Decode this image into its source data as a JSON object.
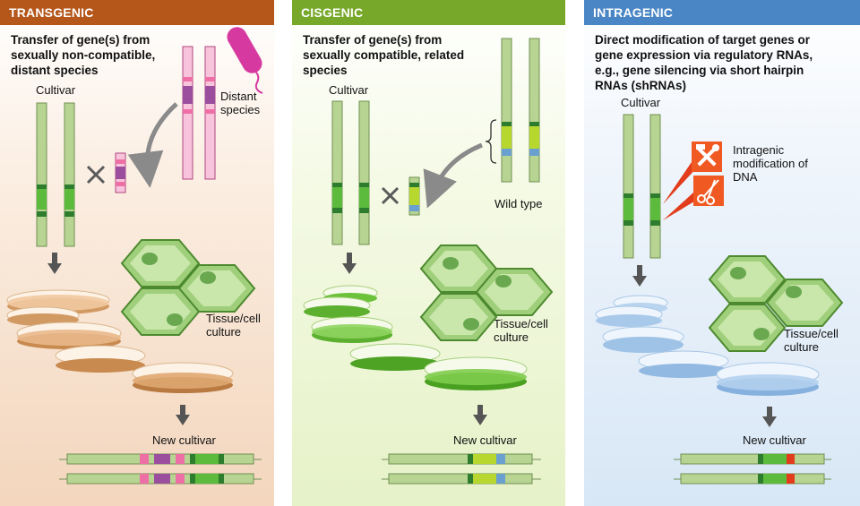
{
  "panels": {
    "transgenic": {
      "title": "TRANSGENIC",
      "description": "Transfer of gene(s) from sexually non-compatible, distant species",
      "cultivar_label": "Cultivar",
      "donor_label": "Distant species",
      "culture_label": "Tissue/cell culture",
      "result_label": "New cultivar"
    },
    "cisgenic": {
      "title": "CISGENIC",
      "description": "Transfer of gene(s) from sexually compatible, related species",
      "cultivar_label": "Cultivar",
      "donor_label": "Wild type",
      "culture_label": "Tissue/cell culture",
      "result_label": "New cultivar"
    },
    "intragenic": {
      "title": "INTRAGENIC",
      "description": "Direct modification of target genes or gene expression via regulatory RNAs, e.g., gene silencing via short hairpin RNAs (shRNAs)",
      "cultivar_label": "Cultivar",
      "modification_label": "Intragenic modification of DNA",
      "culture_label": "Tissue/cell culture",
      "result_label": "New cultivar"
    }
  },
  "colors": {
    "transgenic_header": "#b5561b",
    "cisgenic_header": "#78a82a",
    "intragenic_header": "#4a86c5",
    "chromosome": "#b8d493",
    "gene": "#5cba3c",
    "foreign_gene": "#9b4d9e",
    "foreign_flank": "#ee6fa6",
    "wild_gene": "#b7d72e",
    "wild_marker": "#6aa0cf",
    "edit": "#e23c1d"
  },
  "icons": [
    "bacterium-icon",
    "cross-icon",
    "arrow-down-icon",
    "curved-arrow-icon",
    "petri-dish-icon",
    "plant-cell-icon",
    "hammer-wrench-icon",
    "scissors-icon"
  ]
}
